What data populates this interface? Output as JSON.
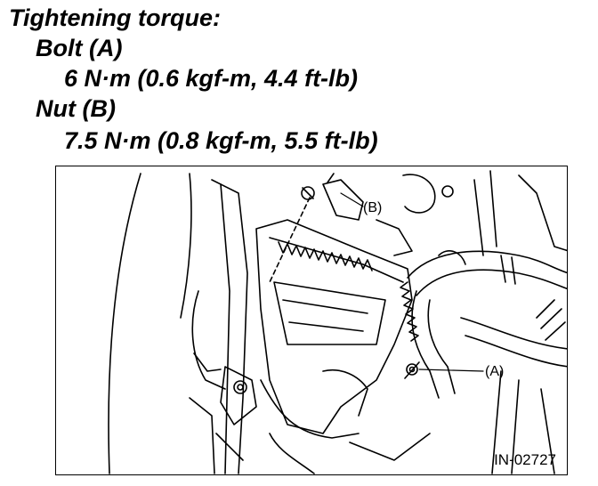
{
  "spec": {
    "heading": "Tightening torque:",
    "bolt_label": "Bolt (A)",
    "bolt_value": "6 N·m (0.6 kgf-m, 4.4 ft-lb)",
    "nut_label": "Nut (B)",
    "nut_value": "7.5 N·m (0.8 kgf-m, 5.5 ft-lb)"
  },
  "figure": {
    "callout_b": "(B)",
    "callout_a": "(A)",
    "figure_id": "IN-02727",
    "illustration_icon": "engine-bay-line-drawing"
  }
}
